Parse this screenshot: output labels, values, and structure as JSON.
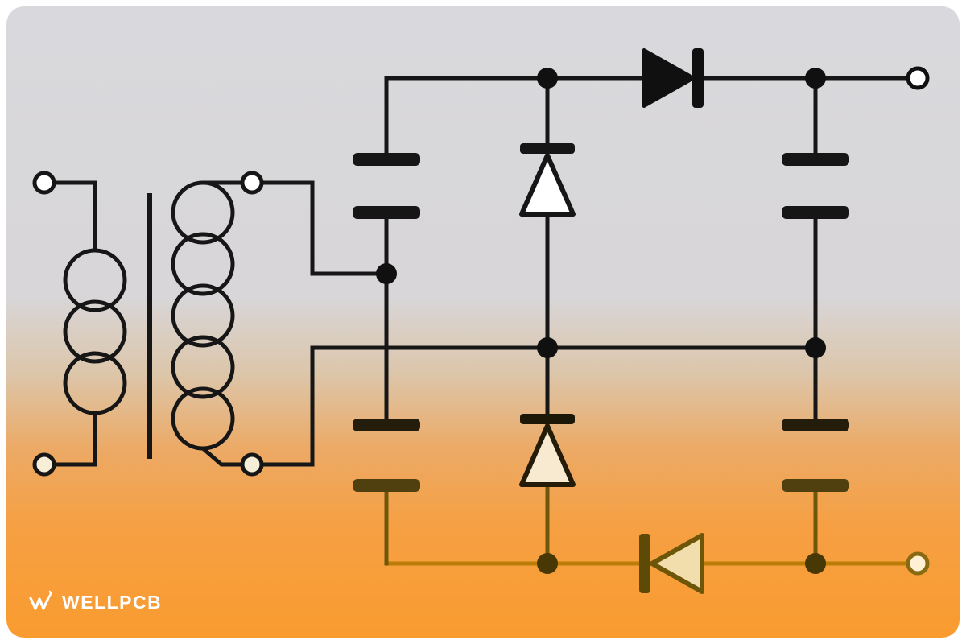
{
  "page": {
    "background_gradient": {
      "top": "#d9d8dc",
      "bottom": "#f99b2f"
    },
    "frame_color": "#ffffff"
  },
  "logo": {
    "brand": "WELLPCB",
    "icon": "w-mark-icon",
    "color": "#ffffff"
  },
  "circuit": {
    "type": "schematic",
    "subject": "transformer-fed dual-rail voltage doubler rectifier",
    "colors": {
      "wire": "#161616",
      "lower_wire": "#6e560b",
      "bottom_rail": "#bb7d07",
      "diode_fill_white": "#ffffff",
      "diode_fill_cream": "#f7ead0",
      "diode_fill_amber": "#f2ddad",
      "terminal_fill_white": "#ffffff",
      "terminal_fill_cream": "#f7eed8",
      "junction_dark": "#473806"
    },
    "components": {
      "transformer": {
        "primary_turns": 3,
        "secondary_turns": 5,
        "terminals": 4
      },
      "capacitors": [
        "upper-left",
        "lower-left",
        "upper-right",
        "lower-right"
      ],
      "diodes": [
        "middle-upper pointing up (white fill)",
        "middle-lower pointing up (cream fill)",
        "top-rail pointing right (black fill)",
        "bottom-rail pointing left (amber fill)"
      ],
      "outputs": [
        "top-right output terminal",
        "bottom-right output terminal"
      ],
      "junctions": 7
    }
  }
}
